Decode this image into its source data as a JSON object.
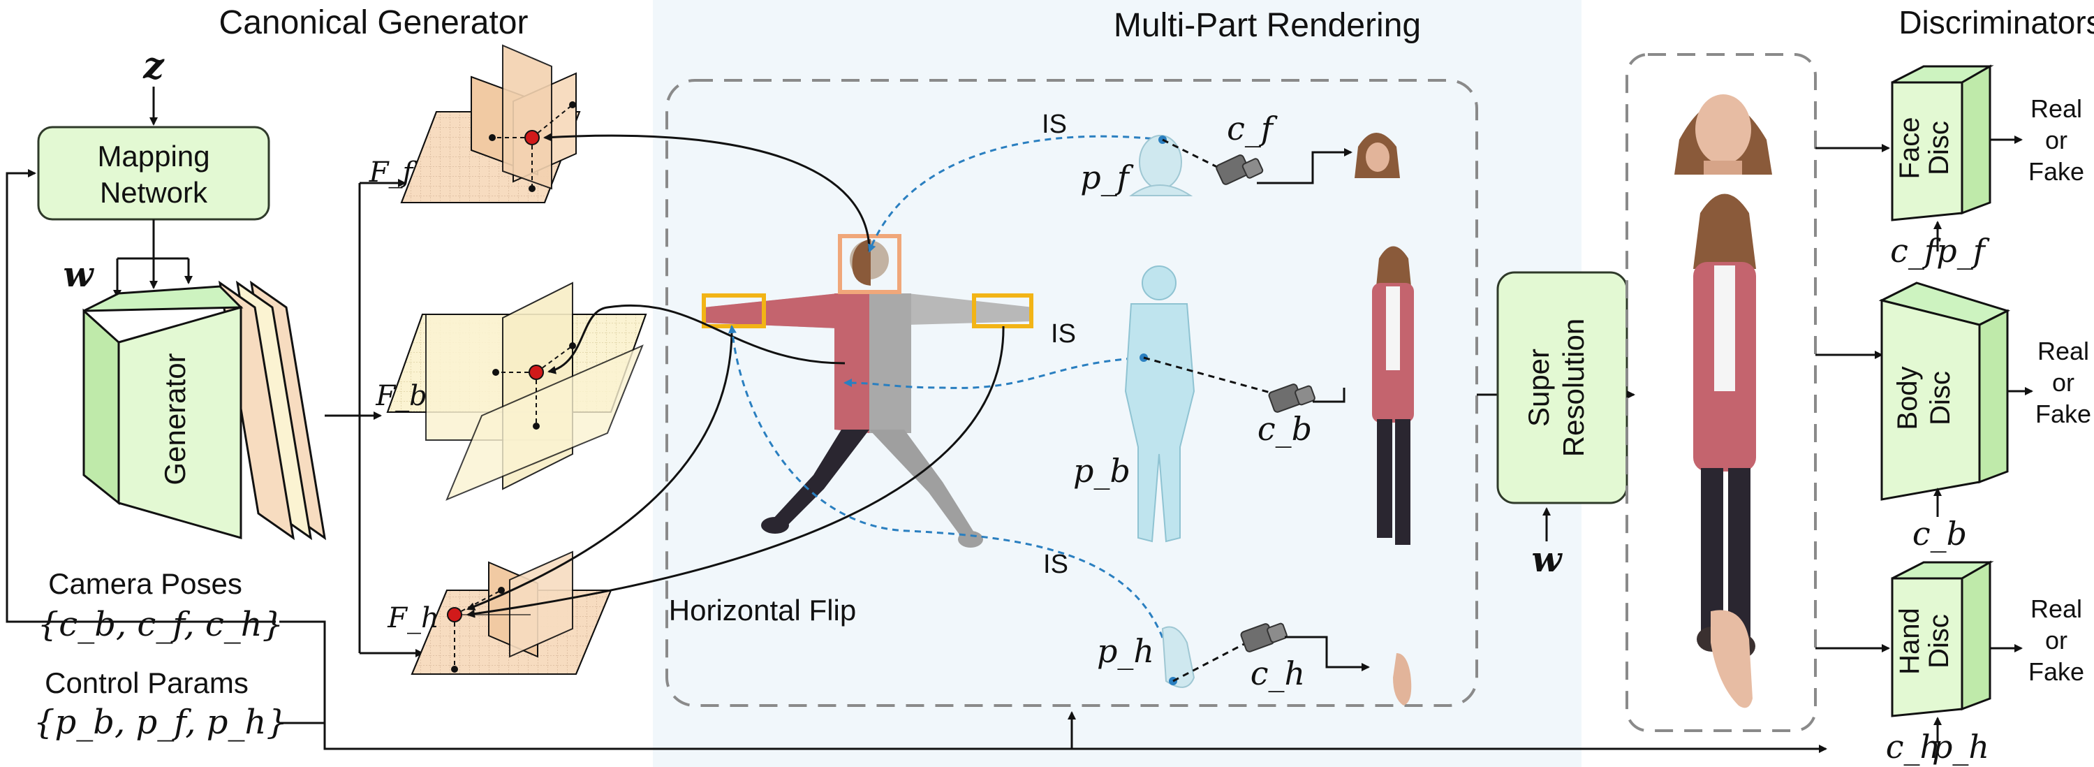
{
  "sections": {
    "canonical": "Canonical Generator",
    "multipart": "Multi-Part Rendering",
    "discriminators": "Discriminators"
  },
  "inputs": {
    "z": "z",
    "w": "w",
    "camera_poses_label": "Camera Poses",
    "camera_poses_set": "{c_b, c_f, c_h}",
    "control_params_label": "Control Params",
    "control_params_set": "{p_b, p_f, p_h}"
  },
  "blocks": {
    "mapping_line1": "Mapping",
    "mapping_line2": "Network",
    "generator": "Generator",
    "super_line1": "Super",
    "super_line2": "Resolution"
  },
  "triplanes": {
    "face": "F_f",
    "body": "F_b",
    "hand": "F_h"
  },
  "rendering": {
    "is_label": "IS",
    "horizontal_flip": "Horizontal Flip",
    "pose_face": "p_f",
    "pose_body": "p_b",
    "pose_hand": "p_h",
    "cam_face": "c_f",
    "cam_body": "c_b",
    "cam_hand": "c_h"
  },
  "discriminators": {
    "face_line1": "Face",
    "face_line2": "Disc",
    "body_line1": "Body",
    "body_line2": "Disc",
    "hand_line1": "Hand",
    "hand_line2": "Disc",
    "out_line1": "Real",
    "out_line2": "or",
    "out_line3": "Fake"
  },
  "colors": {
    "green_fill": "#e3f9d3",
    "green_stroke": "#2f3a2a",
    "plane_peach": "#f7dcc0",
    "plane_cream": "#fbf3d2",
    "accent_red": "#d11a1a",
    "is_blue": "#2a7fc0",
    "box_orange": "#f0a77a",
    "box_yellow": "#f2b416",
    "dash_gray": "#8a8a8a",
    "render_bg": "#f1f7fb"
  }
}
